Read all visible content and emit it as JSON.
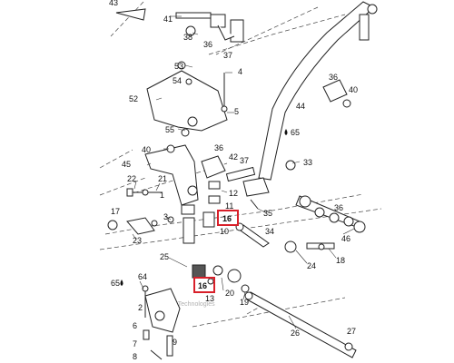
{
  "callouts": {
    "c43": "43",
    "c41": "41",
    "c38": "38",
    "c36a": "36",
    "c37a": "37",
    "c53": "53",
    "c54": "54",
    "c4": "4",
    "c52": "52",
    "c5": "5",
    "c55": "55",
    "c36b": "36",
    "c40a": "40",
    "c44": "44",
    "c65a": "65",
    "c40b": "40",
    "c36c": "36",
    "c42": "42",
    "c37b": "37",
    "c45": "45",
    "c33": "33",
    "c22": "22",
    "c21": "21",
    "c12": "12",
    "c1": "1",
    "c11": "11",
    "c16a": "16",
    "c35": "35",
    "c10": "10",
    "c17": "17",
    "c3": "3",
    "c36d": "36",
    "c46": "46",
    "c23": "23",
    "c34": "34",
    "c18": "18",
    "c24": "24",
    "c25": "25",
    "c16b": "16",
    "c20": "20",
    "c13": "13",
    "c19": "19",
    "c65b": "65",
    "c64": "64",
    "c2": "2",
    "c6": "6",
    "c7": "7",
    "c8": "8",
    "c9": "9",
    "c26": "26",
    "c27": "27"
  },
  "watermark": "Nexx Technologies",
  "highlight_color": "#d8202a"
}
